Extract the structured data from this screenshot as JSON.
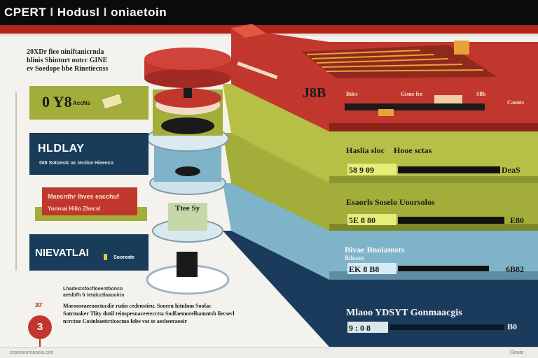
{
  "header": {
    "title_part1": "CPERT",
    "title_part2": "Hodusl",
    "title_part3": "oniaetoin"
  },
  "intro": {
    "lines": [
      "20XDr fiee niniftanicrnda",
      "hlinis Shinturt outcc GINE",
      "ev Soedope bbe Rinetiecnss"
    ]
  },
  "left_cards": {
    "olive": {
      "big": "0 Y8",
      "small": "AccNs"
    },
    "navy": {
      "title": "HLDLAY",
      "subtitle": "Gt6 Sotoestc ac tectice Hieeeco"
    },
    "red": {
      "line1": "Maecnthr lhves eacchuf",
      "line2": "Yonmai  Hilio  Zhecsl"
    },
    "navy2": {
      "title": "NIEVATLAI",
      "subtitle": "Sooreate"
    }
  },
  "fineprint": {
    "upper": "Lhadestsfocfloeentbonco aetdbfh fr letalcctlaaooirin",
    "marker": "30'",
    "lower": "Morooseaeeonctocdir rutin cedenstieu. Sooern hitnbnn Soofac Satrmaker Tlity dntil teinspesnaceetecctta Sodfaemorelhamntsb liecsecl ncrctne Cotinbaettrticocmo fobe vot te aesbeeraeoir",
    "step": "3"
  },
  "tower": {
    "mid_label": "Ttee Sy"
  },
  "panels": {
    "top": {
      "big": "J8B",
      "row_labels": [
        "Bdcs",
        "Gisne fce",
        "Sllb",
        "Caouts"
      ]
    },
    "olive": {
      "label_a": "Haslia sloc",
      "label_b": "Hooe sctas",
      "value": "58 9 09",
      "right": "DeaS"
    },
    "olive2": {
      "labels": "Esaorls Soselo Uoorsolos",
      "value": "5E 8 80",
      "right": "E80"
    },
    "blue": {
      "title": "Bivae Bnoiamsts",
      "sub": "Bdosea",
      "value": "EK 8 B8",
      "right": "6B82"
    },
    "navy": {
      "title": "Mlaoo YDSYT Gonmaacgis",
      "value": "9 : 0 8",
      "right": "B0"
    }
  },
  "footer": {
    "left": "coseooomancia.con",
    "right": "Geoar"
  },
  "colors": {
    "red": "#b3261e",
    "olive": "#a3ad3a",
    "navy": "#183c5a",
    "sky": "#7fb3c9",
    "cream": "#f4f2ec"
  }
}
